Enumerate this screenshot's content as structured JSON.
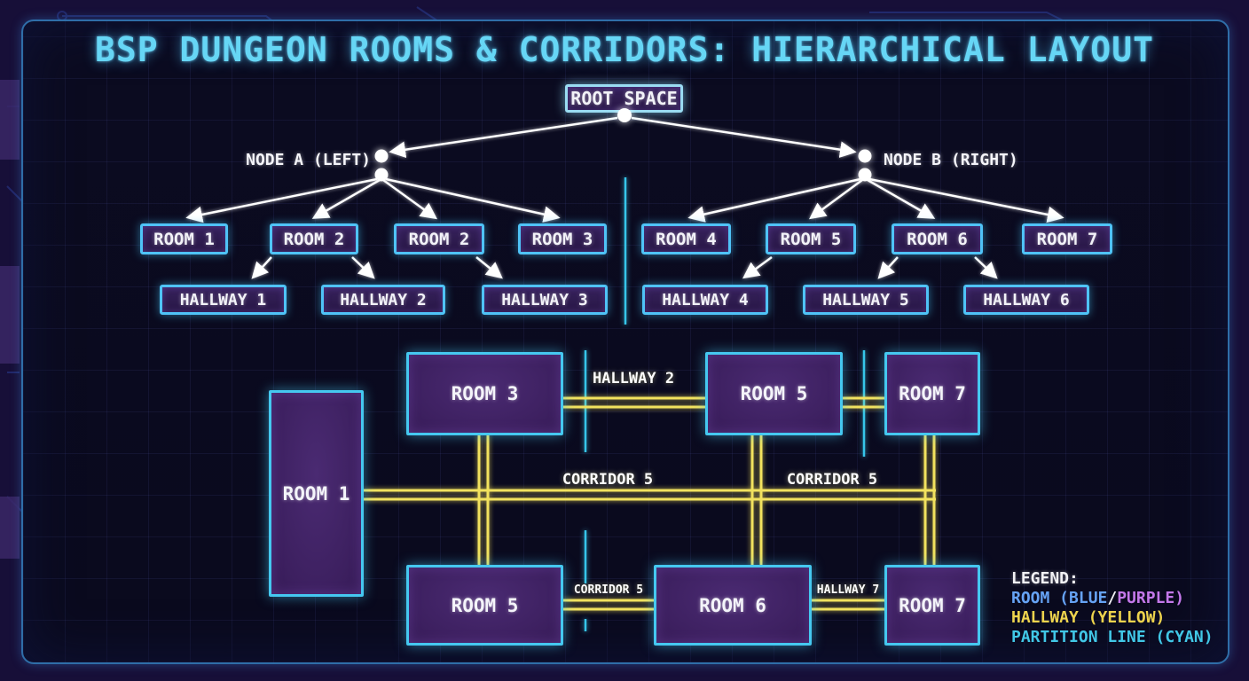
{
  "title": "BSP DUNGEON ROOMS & CORRIDORS: HIERARCHICAL LAYOUT",
  "tree": {
    "root": {
      "label": "ROOT SPACE"
    },
    "node_a": {
      "label": "NODE A (LEFT)"
    },
    "node_b": {
      "label": "NODE B (RIGHT)"
    },
    "rooms": [
      "ROOM 1",
      "ROOM 2",
      "ROOM 2",
      "ROOM 3",
      "ROOM 4",
      "ROOM 5",
      "ROOM 6",
      "ROOM 7"
    ],
    "hallways": [
      "HALLWAY 1",
      "HALLWAY 2",
      "HALLWAY 3",
      "HALLWAY 4",
      "HALLWAY 5",
      "HALLWAY 6"
    ]
  },
  "map": {
    "rooms": [
      {
        "label": "ROOM 3"
      },
      {
        "label": "ROOM 5"
      },
      {
        "label": "ROOM 7"
      },
      {
        "label": "ROOM 1"
      },
      {
        "label": "ROOM 5"
      },
      {
        "label": "ROOM 6"
      },
      {
        "label": "ROOM 7"
      }
    ],
    "corridors": [
      {
        "label": "HALLWAY 2"
      },
      {
        "label": "CORRIDOR 5"
      },
      {
        "label": "CORRIDOR 5"
      },
      {
        "label": "CORRIDOR 5"
      },
      {
        "label": "HALLWAY 7"
      }
    ]
  },
  "legend": {
    "title": "LEGEND:",
    "room_prefix": "ROOM (BLUE",
    "room_slash": "/",
    "room_suffix": "PURPLE)",
    "hallway": "HALLWAY (YELLOW)",
    "partition": "PARTITION LINE (CYAN)"
  },
  "colors": {
    "room_border_blue": "#45c8f0",
    "room_fill_purple": "#3d2060",
    "hallway_yellow": "#f2e25e",
    "partition_cyan": "#36c6ea",
    "title_cyan": "#66d6f5",
    "legend_blue": "#66a3f5",
    "legend_purple": "#c478ea",
    "legend_yellow": "#edd34d",
    "legend_cyan": "#41c7e6"
  }
}
